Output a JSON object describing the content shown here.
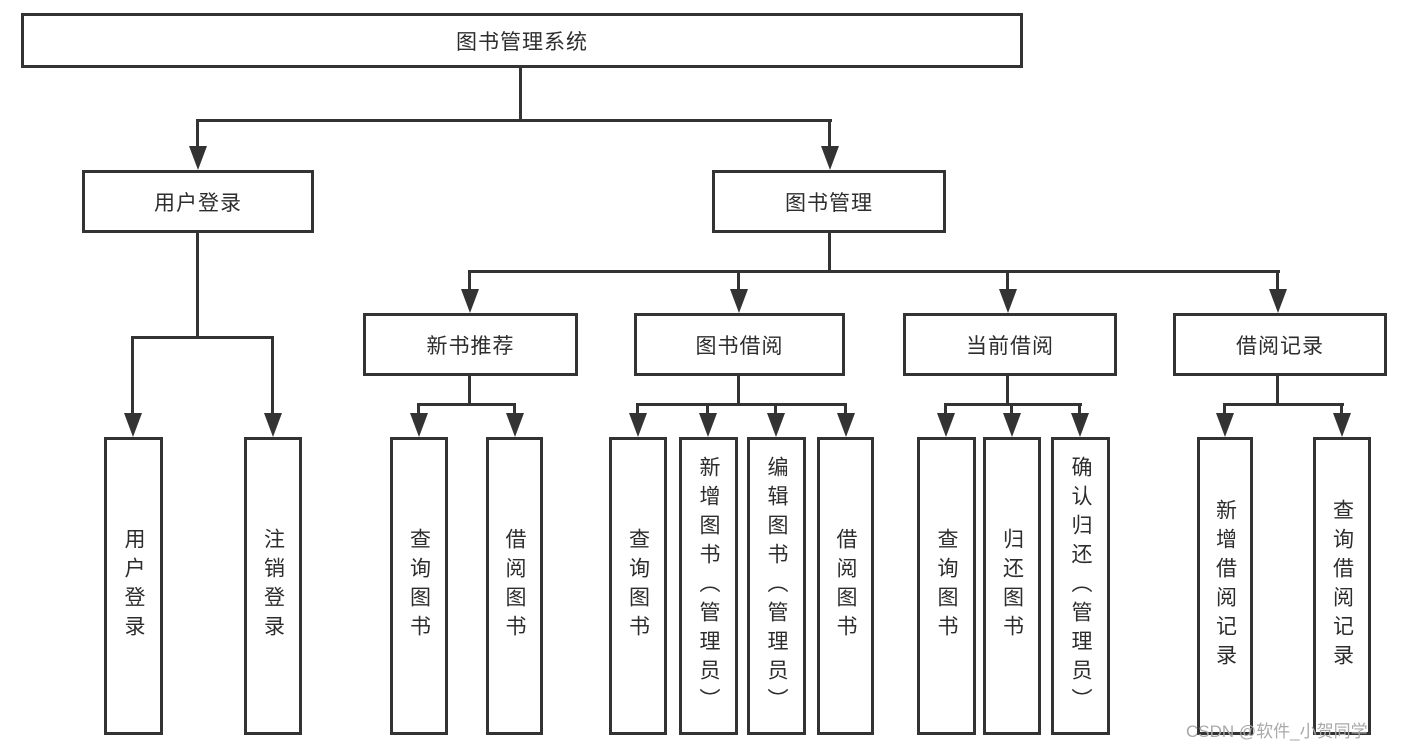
{
  "page": {
    "watermark": "CSDN @软件_小贺同学"
  },
  "colors": {
    "line": "#333333",
    "text": "#2d2d2d",
    "background": "#ffffff",
    "watermark": "#a9a9a9"
  },
  "diagram": {
    "root": {
      "label": "图书管理系统"
    },
    "login_branch": {
      "label": "用户登录",
      "children": [
        {
          "label": "用户登录"
        },
        {
          "label": "注销登录"
        }
      ]
    },
    "management_branch": {
      "label": "图书管理",
      "sections": [
        {
          "label": "新书推荐",
          "children": [
            {
              "label": "查询图书"
            },
            {
              "label": "借阅图书"
            }
          ]
        },
        {
          "label": "图书借阅",
          "children": [
            {
              "label": "查询图书"
            },
            {
              "label": "新增图书（管理员）"
            },
            {
              "label": "编辑图书（管理员）"
            },
            {
              "label": "借阅图书"
            }
          ]
        },
        {
          "label": "当前借阅",
          "children": [
            {
              "label": "查询图书"
            },
            {
              "label": "归还图书"
            },
            {
              "label": "确认归还（管理员）"
            }
          ]
        },
        {
          "label": "借阅记录",
          "children": [
            {
              "label": "新增借阅记录"
            },
            {
              "label": "查询借阅记录"
            }
          ]
        }
      ]
    }
  }
}
